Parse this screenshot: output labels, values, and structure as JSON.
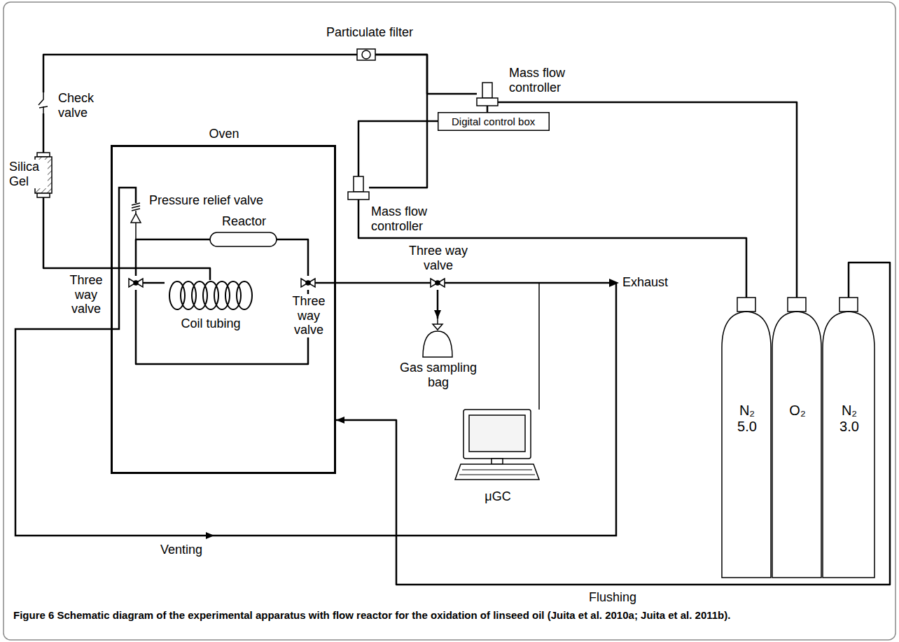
{
  "diagram": {
    "caption": "Figure 6 Schematic diagram of the experimental apparatus with flow reactor for the oxidation of linseed oil (Juita et al. 2010a; Juita et al. 2011b).",
    "nodes": [
      {
        "text": [
          "Oven"
        ]
      },
      {
        "text": [
          "Pressure relief valve"
        ],
        "in": 0
      },
      {
        "text": [
          "Reactor"
        ],
        "in": 0
      },
      {
        "text": [
          "Coil tubing"
        ],
        "in": 0
      },
      {
        "text": [
          "Three way valve"
        ],
        "in": 0
      },
      {
        "text": [
          "Three way valve"
        ],
        "in": 0
      },
      {
        "text": [
          "Particulate filter"
        ]
      },
      {
        "text": [
          "Check valve"
        ]
      },
      {
        "text": [
          "Silica Gel"
        ]
      },
      {
        "text": [
          "Mass flow controller"
        ]
      },
      {
        "text": [
          "Digital control box"
        ]
      },
      {
        "text": [
          "Mass flow controller"
        ]
      },
      {
        "text": [
          "Three way valve"
        ]
      },
      {
        "text": [
          "Gas sampling bag"
        ]
      },
      {
        "text": [
          "μGC"
        ]
      },
      {
        "text": [
          "N₂ 5.0"
        ]
      },
      {
        "text": [
          "O₂"
        ]
      },
      {
        "text": [
          "N₂ 3.0"
        ]
      }
    ],
    "edges": [
      {
        "from": 9,
        "to": 6,
        "arrow": "none"
      },
      {
        "from": 11,
        "to": 6,
        "arrow": "none"
      },
      {
        "from": 6,
        "to": 7,
        "arrow": "none"
      },
      {
        "from": 7,
        "to": 8,
        "arrow": "none"
      },
      {
        "from": 8,
        "to": 3,
        "arrow": "none"
      },
      {
        "from": 3,
        "to": 4,
        "arrow": "none"
      },
      {
        "from": 4,
        "to": 2,
        "arrow": "none"
      },
      {
        "from": 2,
        "to": 5,
        "arrow": "none"
      },
      {
        "from": 5,
        "to": 12,
        "arrow": "none"
      },
      {
        "from": 12,
        "to": 13,
        "arrow": "to"
      },
      {
        "from": 10,
        "to": 9,
        "arrow": "none"
      },
      {
        "from": 10,
        "to": 11,
        "arrow": "none"
      },
      {
        "from": 15,
        "to": 11,
        "arrow": "none"
      },
      {
        "from": 16,
        "to": 9,
        "arrow": "none"
      },
      {
        "from": 17,
        "to": 0,
        "arrow": "to",
        "label": "Flushing"
      },
      {
        "from": 4,
        "to": 5,
        "arrow": "none"
      }
    ],
    "labels": [
      "Exhaust",
      "Venting"
    ]
  }
}
